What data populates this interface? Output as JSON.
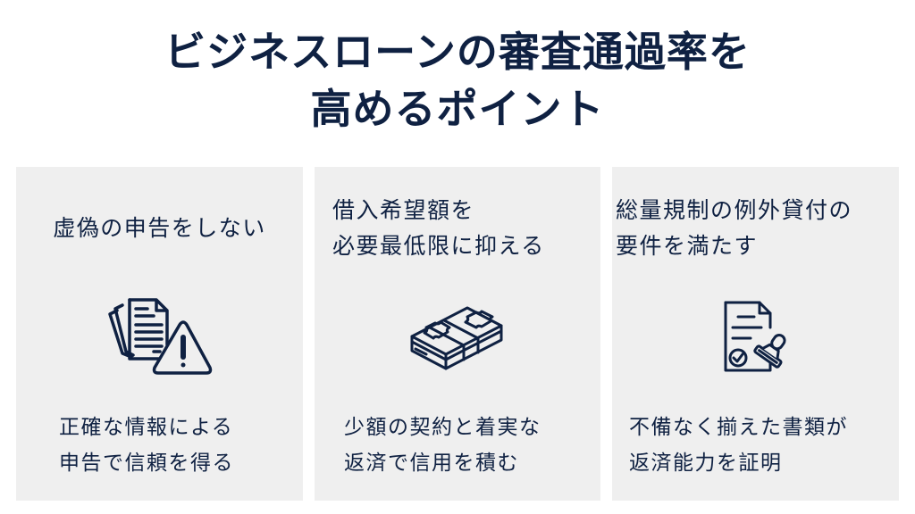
{
  "title": {
    "line1": "ビジネスローンの審査通過率を",
    "line2": "高めるポイント",
    "color": "#0f2142"
  },
  "cards": [
    {
      "heading": [
        "虚偽の申告をしない"
      ],
      "icon": "document-warning-icon",
      "description": [
        "正確な情報による",
        "申告で信頼を得る"
      ]
    },
    {
      "heading": [
        "借入希望額を",
        "必要最低限に抑える"
      ],
      "icon": "money-stack-icon",
      "description": [
        "少額の契約と着実な",
        "返済で信用を積む"
      ]
    },
    {
      "heading": [
        "総量規制の例外貸付の",
        "要件を満たす"
      ],
      "icon": "certified-document-stamp-icon",
      "description": [
        "不備なく揃えた書類が",
        "返済能力を証明"
      ]
    }
  ],
  "colors": {
    "navy": "#0f2142",
    "card_background": "#efefef",
    "page_background": "#ffffff"
  }
}
